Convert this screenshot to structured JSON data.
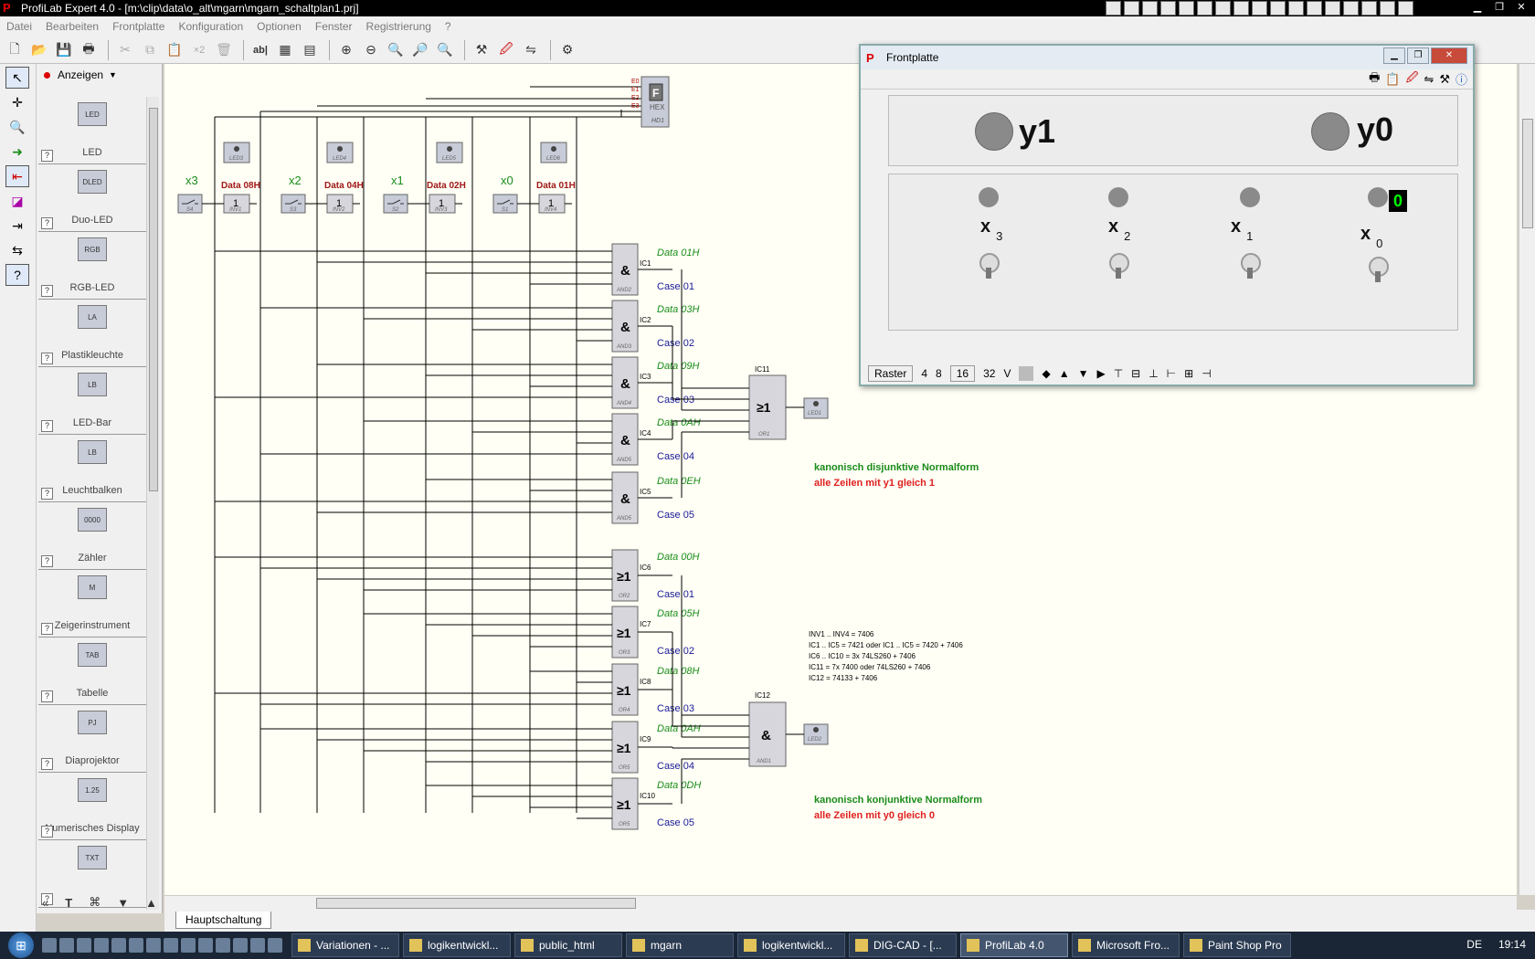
{
  "window": {
    "title": "ProfiLab Expert 4.0 - [m:\\clip\\data\\o_alt\\mgarn\\mgarn_schaltplan1.prj]",
    "app_icon": "P"
  },
  "menu": [
    "Datei",
    "Bearbeiten",
    "Frontplatte",
    "Konfiguration",
    "Optionen",
    "Fenster",
    "Registrierung",
    "?"
  ],
  "toolbar": {
    "text_tool": "ab|"
  },
  "palette": {
    "filter_label": "Anzeigen",
    "items": [
      {
        "label": "LED",
        "icon_text": "LED"
      },
      {
        "label": "Duo-LED",
        "icon_text": "DLED"
      },
      {
        "label": "RGB-LED",
        "icon_text": "RGB"
      },
      {
        "label": "Plastikleuchte",
        "icon_text": "LA"
      },
      {
        "label": "LED-Bar",
        "icon_text": "LB"
      },
      {
        "label": "Leuchtbalken",
        "icon_text": "LB"
      },
      {
        "label": "Zähler",
        "icon_text": "0000"
      },
      {
        "label": "Zeigerinstrument",
        "icon_text": "M"
      },
      {
        "label": "Tabelle",
        "icon_text": "TAB"
      },
      {
        "label": "Diaprojektor",
        "icon_text": "PJ"
      },
      {
        "label": "Numerisches Display",
        "icon_text": "1.25"
      },
      {
        "label": "",
        "icon_text": "TXT"
      }
    ],
    "help": "?"
  },
  "canvas": {
    "inputs": [
      {
        "name": "x3",
        "switch": "S4"
      },
      {
        "name": "x2",
        "switch": "S3"
      },
      {
        "name": "x1",
        "switch": "S2"
      },
      {
        "name": "x0",
        "switch": "S1"
      }
    ],
    "inverters": [
      {
        "label": "Data 08H",
        "id": "INV1"
      },
      {
        "label": "Data 04H",
        "id": "INV2"
      },
      {
        "label": "Data 02H",
        "id": "INV3"
      },
      {
        "label": "Data 01H",
        "id": "INV4"
      }
    ],
    "top_leds": [
      "LED3",
      "LED4",
      "LED5",
      "LED6"
    ],
    "hex": {
      "char": "F",
      "label": "HEX",
      "id": "HD1",
      "inputs": [
        "E0",
        "E1",
        "E2",
        "E3"
      ]
    },
    "and_gates": [
      {
        "ic": "IC1",
        "sub": "AND2",
        "data": "Data 01H",
        "case": "Case 01"
      },
      {
        "ic": "IC2",
        "sub": "AND3",
        "data": "Data 03H",
        "case": "Case 02"
      },
      {
        "ic": "IC3",
        "sub": "AND4",
        "data": "Data 09H",
        "case": "Case 03"
      },
      {
        "ic": "IC4",
        "sub": "AND5",
        "data": "Data 0AH",
        "case": "Case 04"
      },
      {
        "ic": "IC5",
        "sub": "AND5",
        "data": "Data 0EH",
        "case": "Case 05"
      }
    ],
    "or_gates": [
      {
        "ic": "IC6",
        "sub": "OR2",
        "data": "Data 00H",
        "case": "Case 01"
      },
      {
        "ic": "IC7",
        "sub": "OR3",
        "data": "Data 05H",
        "case": "Case 02"
      },
      {
        "ic": "IC8",
        "sub": "OR4",
        "data": "Data 08H",
        "case": "Case 03"
      },
      {
        "ic": "IC9",
        "sub": "OR5",
        "data": "Data 0AH",
        "case": "Case 04"
      },
      {
        "ic": "IC10",
        "sub": "OR5",
        "data": "Data 0DH",
        "case": "Case 05"
      }
    ],
    "and_symbol": "&",
    "or_symbol": "≥1",
    "ic11": {
      "id": "IC11",
      "sub": "OR1",
      "led": "LED1"
    },
    "ic12": {
      "id": "IC12",
      "sub": "AND1",
      "led": "LED2"
    },
    "note_dnf": {
      "line1": "kanonisch disjunktive Normalform",
      "line2": "alle Zeilen mit y1 gleich 1"
    },
    "note_knf": {
      "line1": "kanonisch konjunktive Normalform",
      "line2": "alle Zeilen mit y0 gleich 0"
    },
    "ic_notes": [
      "INV1 .. INV4 = 7406",
      "IC1 .. IC5 = 7421 oder IC1 .. IC5 = 7420 + 7406",
      "IC6 .. IC10 = 3x 74LS260 + 7406",
      "IC11 = 7x 7400 oder 74LS260 + 7406",
      "IC12 = 74133 + 7406"
    ]
  },
  "tabs": [
    "Hauptschaltung"
  ],
  "frontplatte": {
    "title": "Frontplatte",
    "outputs": [
      "y1",
      "y0"
    ],
    "inputs": [
      {
        "name": "x",
        "sub": "3"
      },
      {
        "name": "x",
        "sub": "2"
      },
      {
        "name": "x",
        "sub": "1"
      },
      {
        "name": "x",
        "sub": "0"
      }
    ],
    "display": "0",
    "raster_label": "Raster",
    "raster_options": [
      "4",
      "8",
      "16",
      "32",
      "V"
    ]
  },
  "taskbar": {
    "tasks": [
      "Variationen - ...",
      "logikentwickl...",
      "public_html",
      "mgarn",
      "logikentwickl...",
      "DIG-CAD - [...",
      "ProfiLab 4.0",
      "Microsoft Fro...",
      "Paint Shop Pro"
    ],
    "lang": "DE",
    "clock": "19:14"
  },
  "colors": {
    "wire": "#000000",
    "canvas_bg": "#fffff5",
    "data_green": "#1a8c1a",
    "case_blue": "#1a1a9a",
    "note_red": "#e02020",
    "inverter_label_red": "#a01818"
  }
}
